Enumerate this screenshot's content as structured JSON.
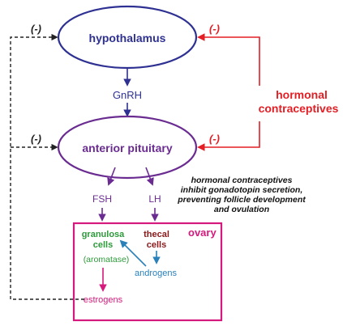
{
  "nodes": {
    "hypothalamus": "hypothalamus",
    "gnrh": "GnRH",
    "anterior_pituitary": "anterior pituitary",
    "fsh": "FSH",
    "lh": "LH",
    "ovary": "ovary",
    "granulosa_line1": "granulosa",
    "granulosa_line2": "cells",
    "thecal_line1": "thecal",
    "thecal_line2": "cells",
    "aromatase": "(aromatase)",
    "androgens": "androgens",
    "estrogens": "estrogens",
    "contraceptives_line1": "hormonal",
    "contraceptives_line2": "contraceptives"
  },
  "feedback": {
    "left_top": "(-)",
    "left_mid": "(-)",
    "right_top": "(-)",
    "right_mid": "(-)"
  },
  "note": {
    "line1": "hormonal contraceptives",
    "line2": "inhibit gonadotopin secretion,",
    "line3": "preventing follicle development",
    "line4": "and ovulation"
  },
  "colors": {
    "navy": "#2e3192",
    "purple": "#6a2c91",
    "red": "#e31e24",
    "magenta": "#d6197c",
    "green": "#2d9a3a",
    "brown": "#8b1a1a",
    "teal": "#2a80b9"
  }
}
